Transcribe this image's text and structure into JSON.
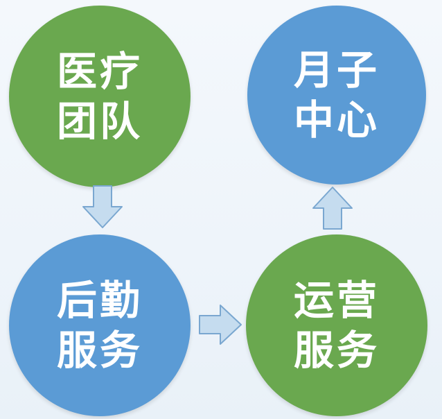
{
  "nodes": {
    "medical_team": {
      "line1": "医疗",
      "line2": "团队"
    },
    "confinement_center": {
      "line1": "月子",
      "line2": "中心"
    },
    "logistics_service": {
      "line1": "后勤",
      "line2": "服务"
    },
    "operations_service": {
      "line1": "运营",
      "line2": "服务"
    }
  },
  "colors": {
    "green_node": "#6aa84f",
    "blue_node": "#5b9bd5",
    "arrow_fill": "#c5dcef",
    "arrow_stroke": "#7aa7d0",
    "background": "#f0f5fa"
  }
}
